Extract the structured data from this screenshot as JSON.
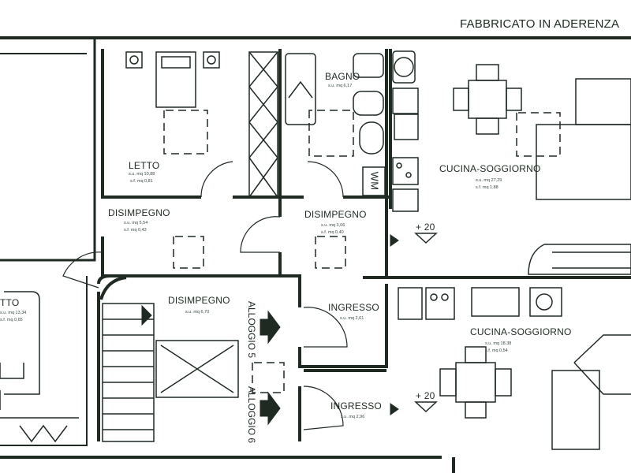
{
  "header": {
    "title": "FABBRICATO IN ADERENZA"
  },
  "rooms": {
    "letto_top": {
      "name": "LETTO",
      "su": "s.u. mq 10,88",
      "sf": "s.f. mq 0,81"
    },
    "disimpegno_left": {
      "name": "DISIMPEGNO",
      "su": "s.u. mq 5,54",
      "sf": "s.f. mq 0,43"
    },
    "bagno": {
      "name": "BAGNO",
      "su": "s.u. mq 6,17",
      "wm": "WM"
    },
    "disimpegno_mid": {
      "name": "DISIMPEGNO",
      "su": "s.u. mq 3,06",
      "sf": "s.f. mq 0,40"
    },
    "cucina_top": {
      "name": "CUCINA-SOGGIORNO",
      "su": "s.u. mq 27,29",
      "sf": "s.f. mq 1,88"
    },
    "letto_left": {
      "name": "TTO",
      "su": "s.u. mq 13,34",
      "sf": "s.f. mq 0,65"
    },
    "disimpegno_stair": {
      "name": "DISIMPEGNO",
      "su": "s.u. mq 6,70"
    },
    "ingresso_top": {
      "name": "INGRESSO",
      "su": "s.u. mq 2,61"
    },
    "ingresso_bottom": {
      "name": "INGRESSO",
      "su": "s.u. mq 2,96"
    },
    "cucina_bottom": {
      "name": "CUCINA-SOGGIORNO",
      "su": "s.u. mq 18,38",
      "sf": "s.f. mq 0,54"
    }
  },
  "units": {
    "alloggio5": "ALLOGGIO 5",
    "alloggio6": "ALLOGGIO 6"
  },
  "levels": {
    "top": "+ 20",
    "bottom": "+ 20"
  },
  "colors": {
    "ink": "#1e2a22",
    "paper": "#ffffff"
  }
}
